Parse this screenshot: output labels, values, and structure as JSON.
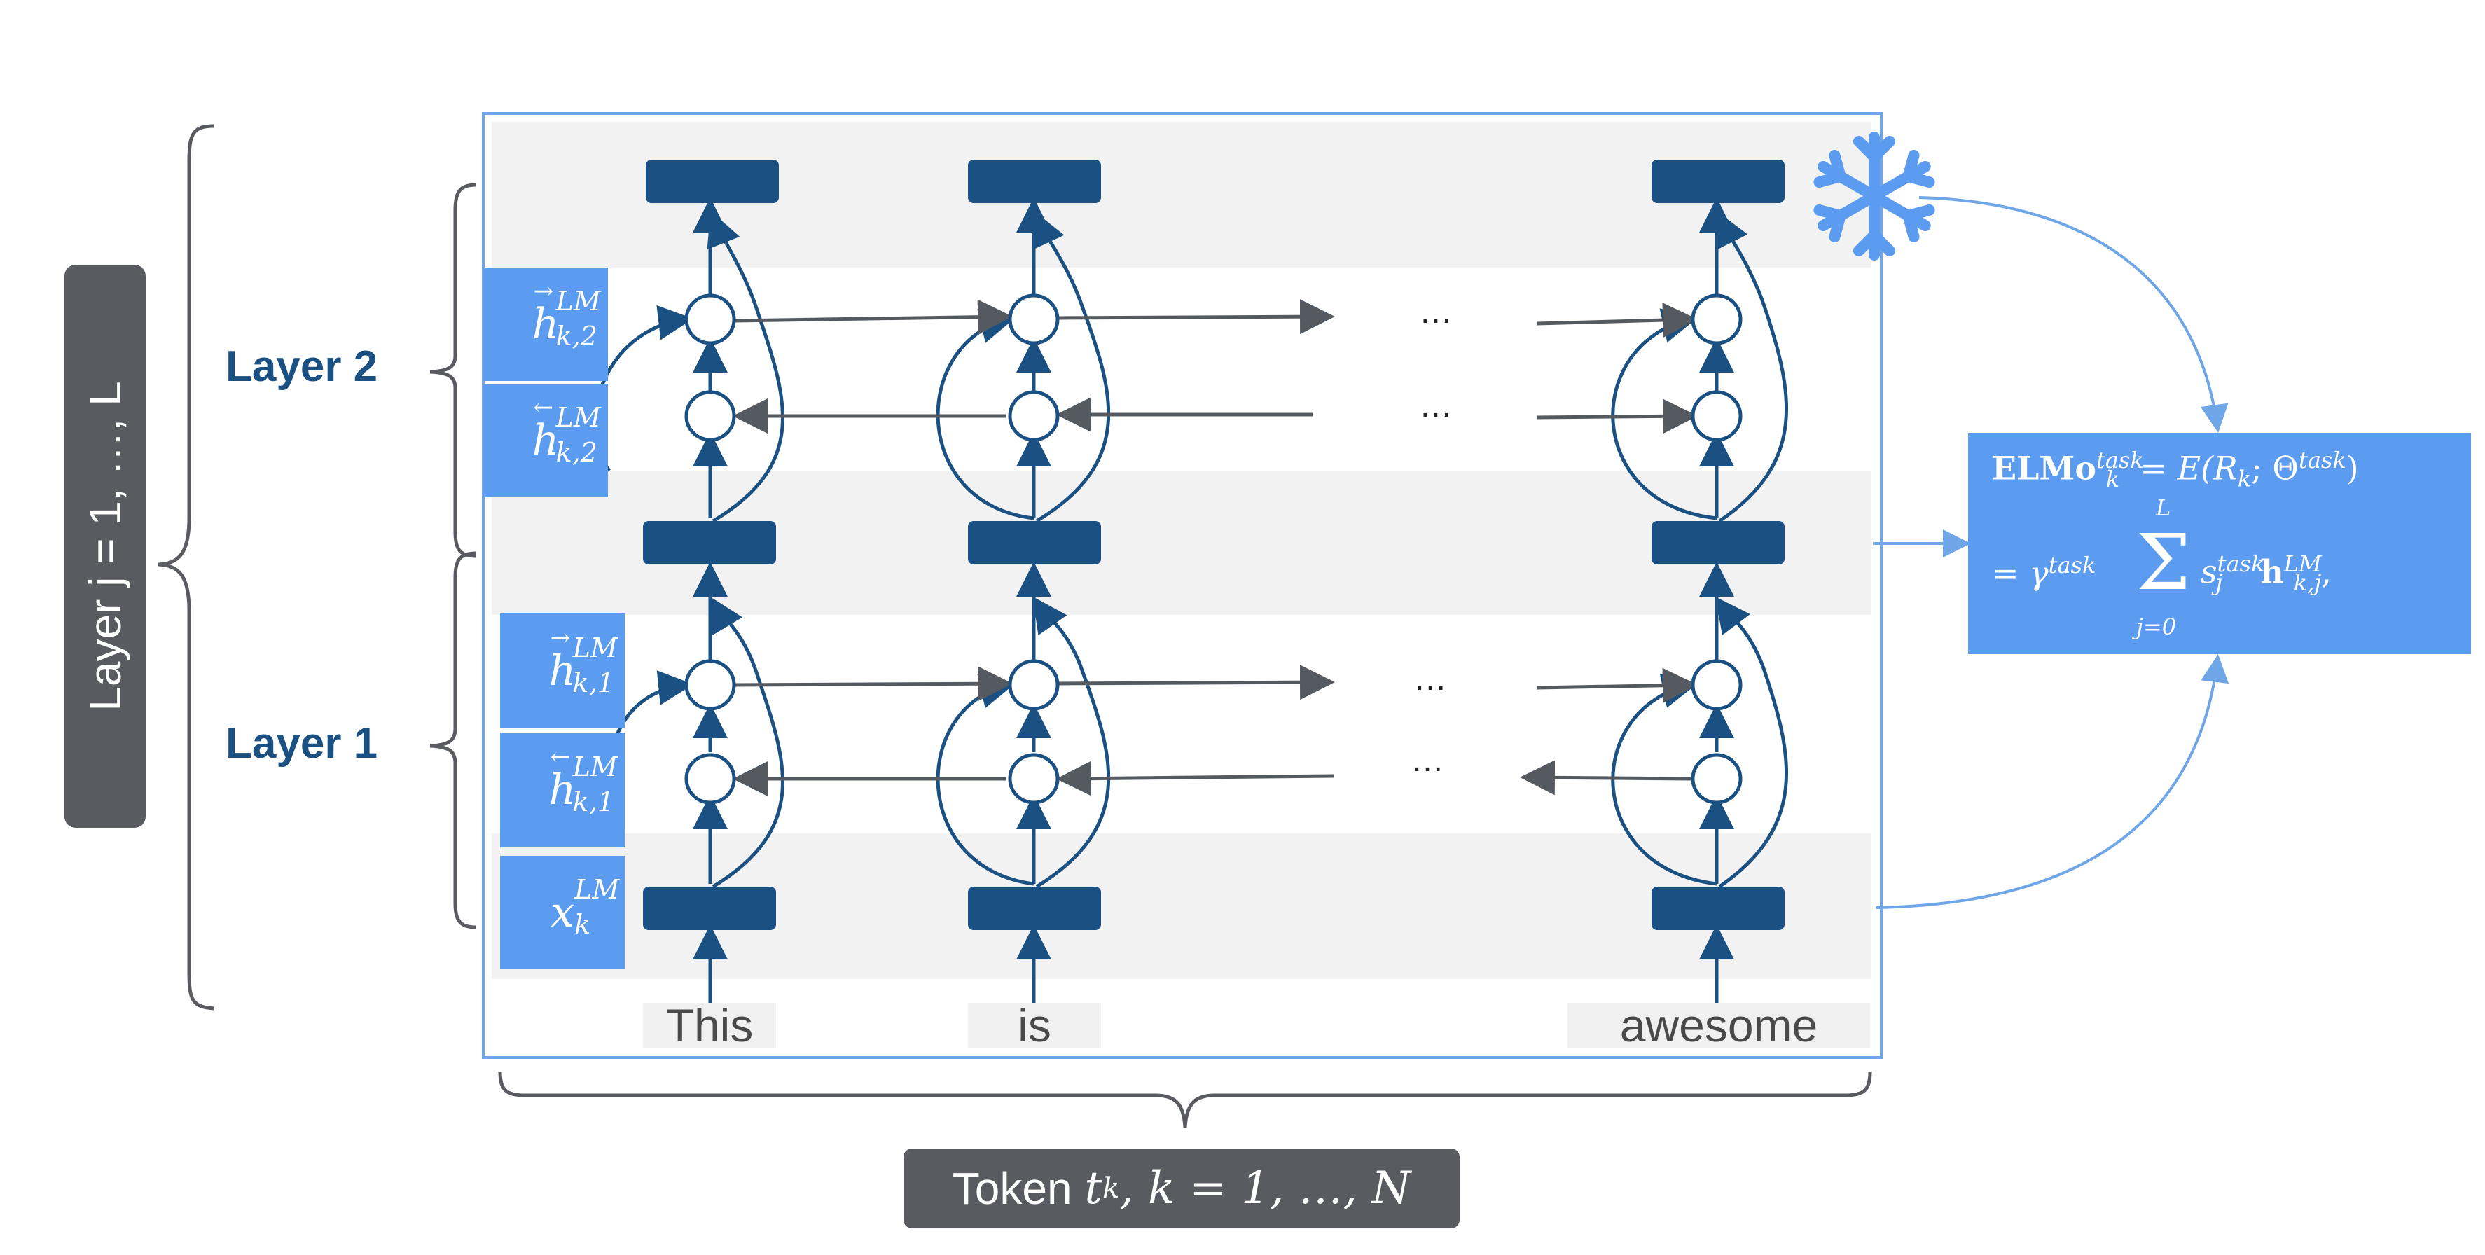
{
  "layer_axis_label": "Layer j = 1, …, L",
  "layer_labels": {
    "layer2": "Layer 2",
    "layer1": "Layer 1"
  },
  "tokens": [
    "This",
    "is",
    "awesome"
  ],
  "token_axis_label": {
    "prefix": "Token ",
    "math": "t",
    "sub": "k",
    "suffix": ", k = 1, …, N"
  },
  "ellipsis": "…",
  "hidden_states": {
    "h_fwd_2": {
      "arrow": "→",
      "base": "h",
      "sup": "LM",
      "sub": "k,2"
    },
    "h_bwd_2": {
      "arrow": "←",
      "base": "h",
      "sup": "LM",
      "sub": "k,2"
    },
    "h_fwd_1": {
      "arrow": "→",
      "base": "h",
      "sup": "LM",
      "sub": "k,1"
    },
    "h_bwd_1": {
      "arrow": "←",
      "base": "h",
      "sup": "LM",
      "sub": "k,1"
    },
    "x_input": {
      "arrow": "",
      "base": "x",
      "sup": "LM",
      "sub": "k"
    }
  },
  "elmo_formula": {
    "name": "ELMo",
    "name_sup": "task",
    "name_sub": "k",
    "line1_rhs": " = E(R",
    "line1_rsub": "k",
    "line1_mid": "; Θ",
    "line1_sup": "task",
    "line1_end": ")",
    "line2_lhs": "= γ",
    "line2_sup": "task",
    "sum_top": "L",
    "sum_bottom": "j=0",
    "s": "s",
    "s_sup": "task",
    "s_sub": "j",
    "h": "h",
    "h_sup": "LM",
    "h_sub": "k,j",
    "line2_end": ","
  },
  "icons": [
    "snowflake-icon"
  ],
  "colors": {
    "node_dark_blue": "#1b5082",
    "accent_blue": "#5b9cf0",
    "frame_blue": "#6ea6e8",
    "arrow_gray": "#555a60",
    "band_gray": "#f2f2f2",
    "pill_gray": "#595b60",
    "snowflake": "#5b9cf0"
  }
}
